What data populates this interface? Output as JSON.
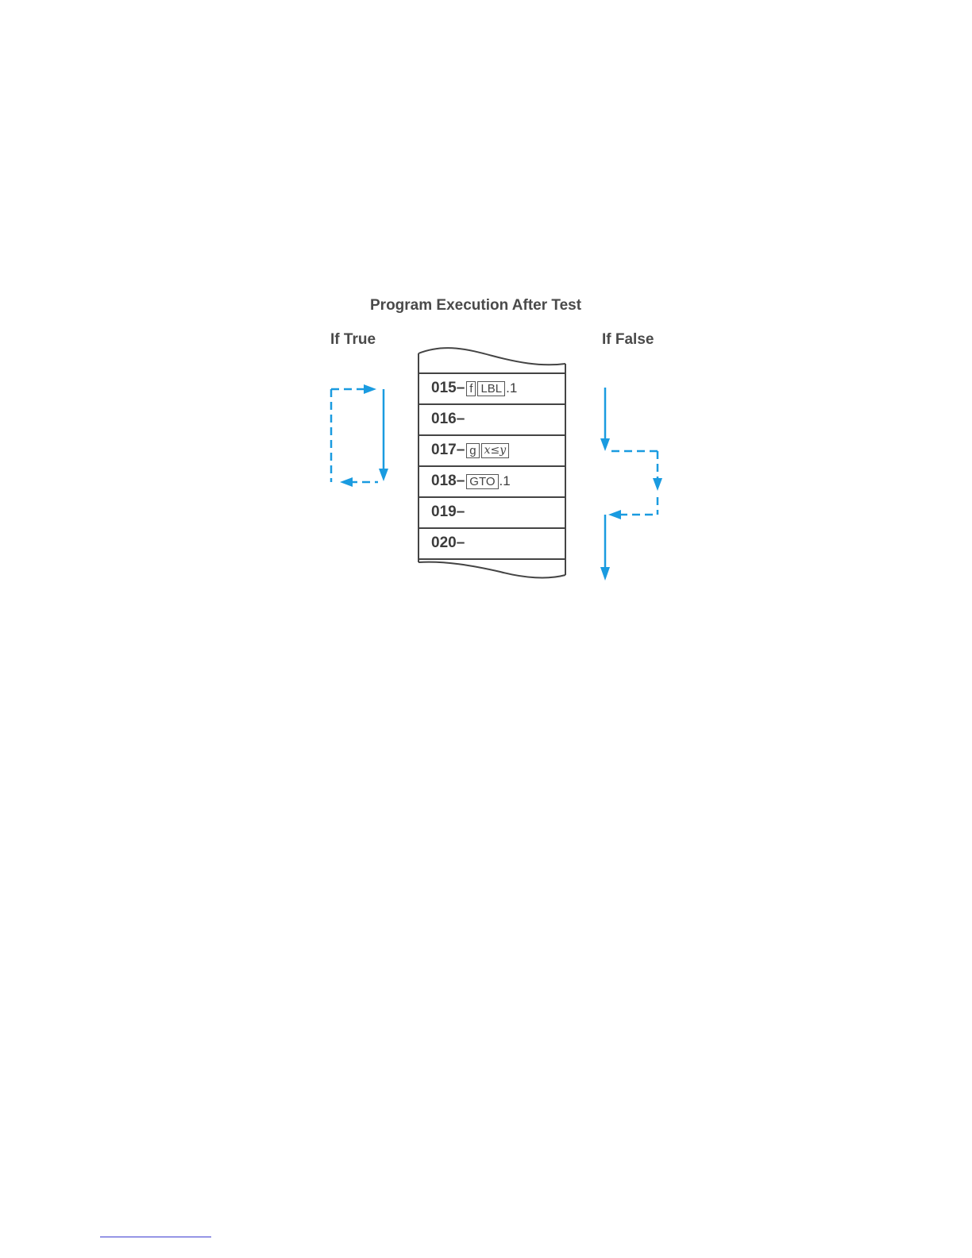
{
  "diagram": {
    "title": "Program Execution After Test",
    "label_true": "If True",
    "label_false": "If False",
    "rows": [
      {
        "line": "015–",
        "keys": [
          "f",
          "LBL"
        ],
        "suffix": ".1"
      },
      {
        "line": "016–",
        "keys": [],
        "suffix": ""
      },
      {
        "line": "017–",
        "keys": [
          "g",
          "x≤y"
        ],
        "suffix": ""
      },
      {
        "line": "018–",
        "keys": [
          "GTO"
        ],
        "suffix": ".1"
      },
      {
        "line": "019–",
        "keys": [],
        "suffix": ""
      },
      {
        "line": "020–",
        "keys": [],
        "suffix": ""
      }
    ],
    "arrow_color": "#1a9be0"
  }
}
